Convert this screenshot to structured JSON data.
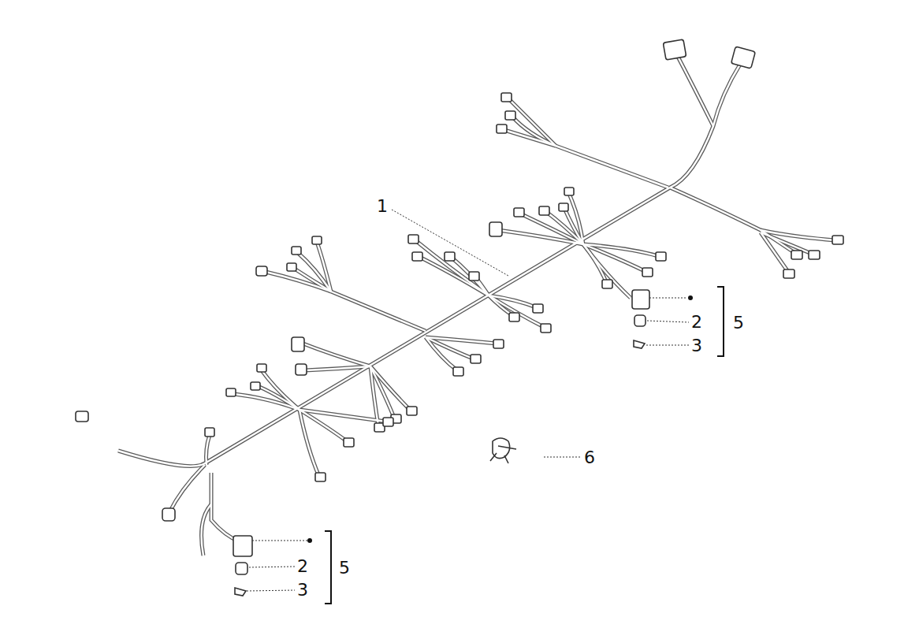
{
  "diagram": {
    "labels": [
      "1",
      "2",
      "3",
      "5",
      "6",
      "2",
      "3",
      "5"
    ]
  }
}
